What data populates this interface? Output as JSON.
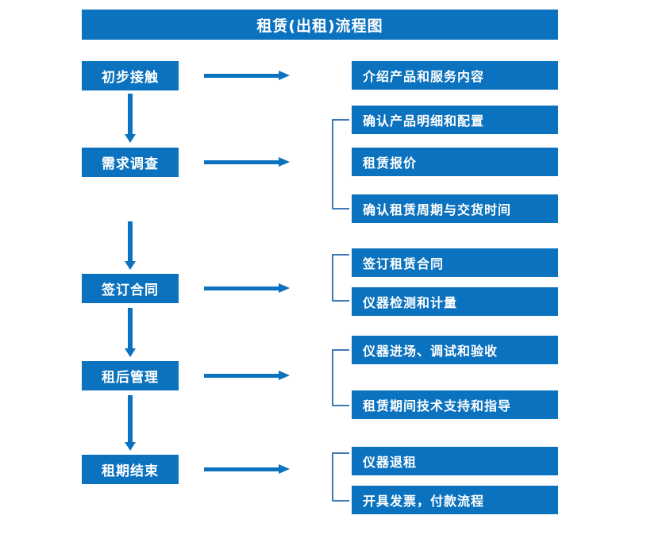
{
  "chart_data": {
    "type": "diagram",
    "title": "租赁(出租)流程图",
    "diagram_kind": "flowchart",
    "orientation": "vertical-stages-with-right-details",
    "stages": [
      {
        "label": "初步接触",
        "details": [
          "介绍产品和服务内容"
        ],
        "bracketed": false
      },
      {
        "label": "需求调查",
        "details": [
          "确认产品明细和配置",
          "租赁报价",
          "确认租赁周期与交货时间"
        ],
        "bracketed": true
      },
      {
        "label": "签订合同",
        "details": [
          "签订租赁合同",
          "仪器检测和计量"
        ],
        "bracketed": true
      },
      {
        "label": "租后管理",
        "details": [
          "仪器进场、调试和验收",
          "租赁期间技术支持和指导"
        ],
        "bracketed": true
      },
      {
        "label": "租期结束",
        "details": [
          "仪器退租",
          "开具发票，付款流程"
        ],
        "bracketed": true
      }
    ],
    "colors": {
      "box_fill": "#0b72bf",
      "box_text": "#ffffff",
      "arrow": "#0b72bf",
      "bracket": "#3f79b5",
      "background": "#ffffff"
    }
  },
  "header": {
    "title": "租赁(出租)流程图"
  },
  "stages": [
    {
      "label": "初步接触"
    },
    {
      "label": "需求调查"
    },
    {
      "label": "签订合同"
    },
    {
      "label": "租后管理"
    },
    {
      "label": "租期结束"
    }
  ],
  "details": {
    "g1": [
      {
        "label": "介绍产品和服务内容"
      }
    ],
    "g2": [
      {
        "label": "确认产品明细和配置"
      },
      {
        "label": "租赁报价"
      },
      {
        "label": "确认租赁周期与交货时间"
      }
    ],
    "g3": [
      {
        "label": "签订租赁合同"
      },
      {
        "label": "仪器检测和计量"
      }
    ],
    "g4": [
      {
        "label": "仪器进场、调试和验收"
      },
      {
        "label": "租赁期间技术支持和指导"
      }
    ],
    "g5": [
      {
        "label": "仪器退租"
      },
      {
        "label": "开具发票，付款流程"
      }
    ]
  }
}
